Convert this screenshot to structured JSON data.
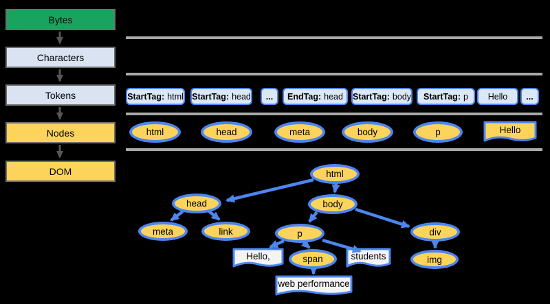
{
  "pipeline": {
    "stages": [
      {
        "id": "bytes",
        "label": "Bytes",
        "fill": "#18a45f"
      },
      {
        "id": "characters",
        "label": "Characters",
        "fill": "#d9e3f1"
      },
      {
        "id": "tokens",
        "label": "Tokens",
        "fill": "#d9e3f1"
      },
      {
        "id": "nodes",
        "label": "Nodes",
        "fill": "#fcd45b"
      },
      {
        "id": "dom",
        "label": "DOM",
        "fill": "#fcd45b"
      }
    ]
  },
  "tokens_row": {
    "items": [
      {
        "prefix": "StartTag:",
        "value": "html"
      },
      {
        "prefix": "StartTag:",
        "value": "head"
      },
      {
        "prefix": "...",
        "value": ""
      },
      {
        "prefix": "EndTag:",
        "value": "head"
      },
      {
        "prefix": "StartTag:",
        "value": "body"
      },
      {
        "prefix": "StartTag:",
        "value": "p"
      },
      {
        "prefix": "",
        "value": "Hello"
      },
      {
        "prefix": "...",
        "value": ""
      }
    ]
  },
  "nodes_row": {
    "items": [
      {
        "label": "html"
      },
      {
        "label": "head"
      },
      {
        "label": "meta"
      },
      {
        "label": "body"
      },
      {
        "label": "p"
      }
    ],
    "text_node": {
      "label": "Hello"
    }
  },
  "dom_tree": {
    "nodes": [
      {
        "label": "html"
      },
      {
        "label": "head"
      },
      {
        "label": "body"
      },
      {
        "label": "meta"
      },
      {
        "label": "link"
      },
      {
        "label": "p"
      },
      {
        "label": "div"
      },
      {
        "label": "span"
      },
      {
        "label": "img"
      }
    ],
    "text_nodes": [
      {
        "label": "Hello,"
      },
      {
        "label": "students"
      },
      {
        "label": "web performance"
      }
    ]
  },
  "colors": {
    "background": "#000000",
    "stage_border": "#6f6f6f",
    "stage_arrow": "#565656",
    "row_line": "#a9a9a9",
    "token_border": "#4c86f0",
    "token_fill": "#dce7f8",
    "node_fill": "#fcd45b",
    "node_border": "#4c86f0",
    "tree_edge": "#4c86f0",
    "text_node_fill": "#f4f4f4",
    "bytes_green": "#18a45f",
    "characters_blue": "#d9e3f1"
  }
}
